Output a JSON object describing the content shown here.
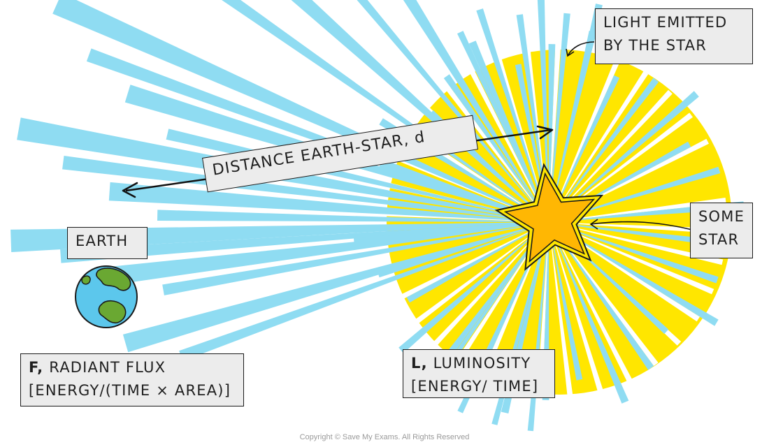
{
  "labels": {
    "light_emitted": [
      "LIGHT EMITTED",
      "BY THE STAR"
    ],
    "some_star": [
      "SOME",
      "STAR"
    ],
    "earth": "EARTH",
    "distance": "DISTANCE EARTH-STAR, d",
    "flux": {
      "symbol": "F,",
      "name": "RADIANT FLUX",
      "units": "[ENERGY/(TIME × AREA)]"
    },
    "luminosity": {
      "symbol": "L,",
      "name": "LUMINOSITY",
      "units": "[ENERGY/ TIME]"
    }
  },
  "copyright": "Copyright © Save My Exams. All Rights Reserved",
  "colors": {
    "star_glow": "#ffe600",
    "star_fill": "#ffb703",
    "star_outline": "#1a1a1a",
    "light_ray": "#8fdcf2",
    "ocean": "#5cc7ec",
    "land": "#6aa832",
    "label_bg": "#ececec"
  }
}
